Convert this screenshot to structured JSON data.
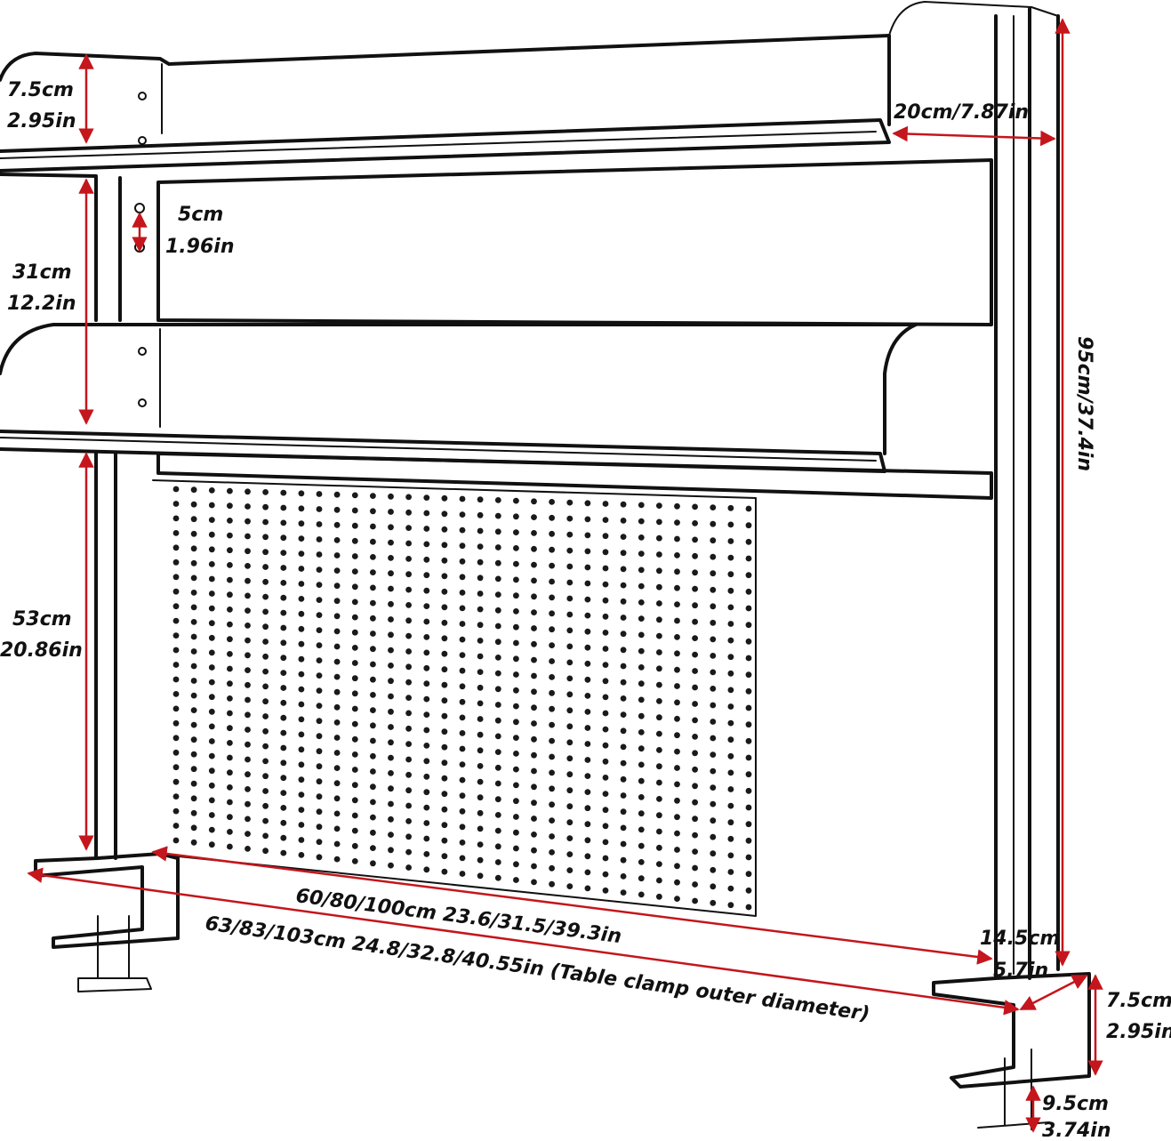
{
  "colors": {
    "outline": "#111111",
    "dimension": "#c4161c",
    "background": "#ffffff",
    "hole": "#1a1a1a"
  },
  "pegboard": {
    "rows": 25,
    "columns": 33
  },
  "labels": {
    "top_shelf_height_cm": "7.5cm",
    "top_shelf_height_in": "2.95in",
    "shelf_depth": "20cm/7.87in",
    "hole_spacing_cm": "5cm",
    "hole_spacing_in": "1.96in",
    "shelf_gap_cm": "31cm",
    "shelf_gap_in": "12.2in",
    "total_height": "95cm/37.4in",
    "lower_height_cm": "53cm",
    "lower_height_in": "20.86in",
    "width_line1": "60/80/100cm  23.6/31.5/39.3in",
    "width_line2": "63/83/103cm 24.8/32.8/40.55in (Table clamp outer diameter)",
    "clamp_depth_cm": "14.5cm",
    "clamp_depth_in": "5.7in",
    "clamp_height_cm": "7.5cm",
    "clamp_height_in": "2.95in",
    "clamp_opening_cm": "9.5cm",
    "clamp_opening_in": "3.74in"
  }
}
